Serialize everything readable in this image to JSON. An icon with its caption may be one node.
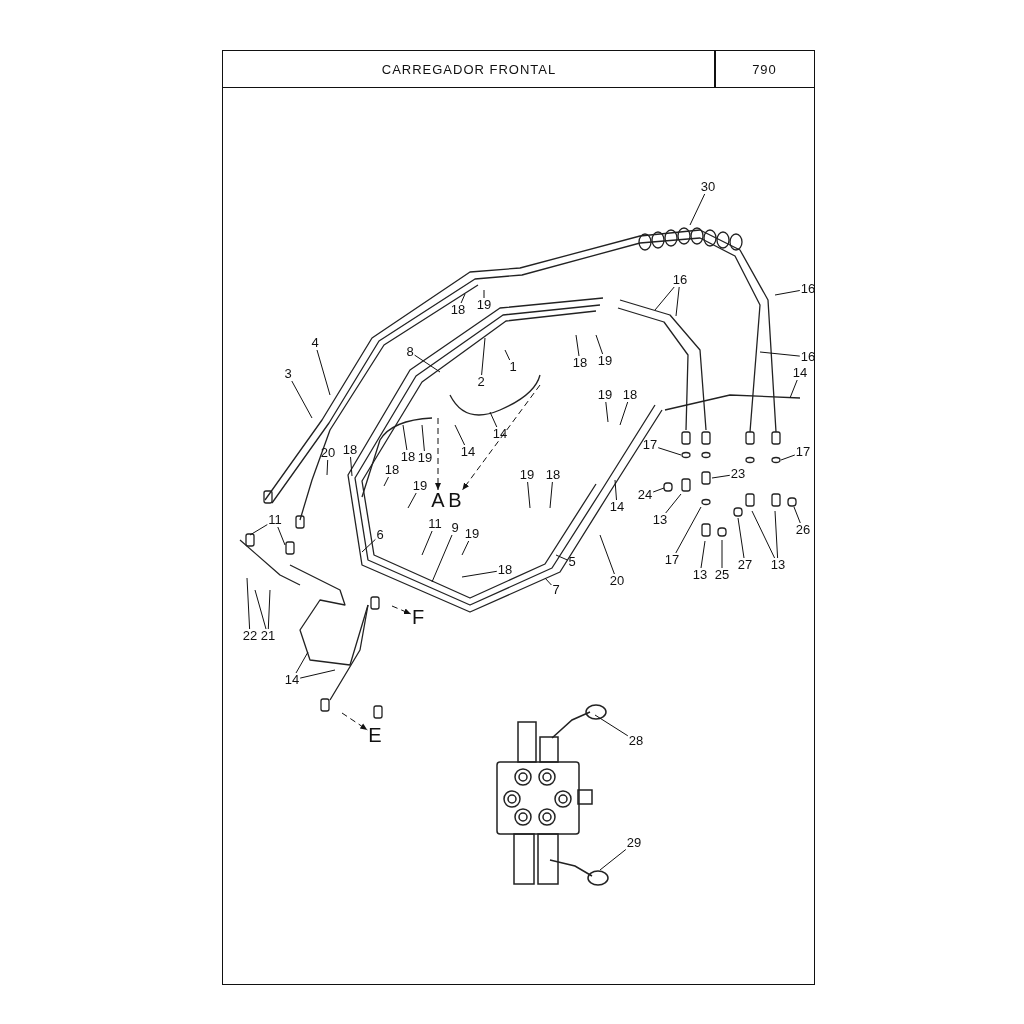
{
  "diagram": {
    "title": "CARREGADOR FRONTAL",
    "nodes": [
      {
        "text": [
          "30"
        ]
      },
      {
        "text": [
          "16"
        ]
      },
      {
        "text": [
          "16"
        ]
      },
      {
        "text": [
          "16"
        ]
      },
      {
        "text": [
          "14"
        ]
      },
      {
        "text": [
          "18"
        ]
      },
      {
        "text": [
          "19"
        ]
      },
      {
        "text": [
          "18"
        ]
      },
      {
        "text": [
          "19"
        ]
      },
      {
        "text": [
          "4"
        ]
      },
      {
        "text": [
          "3"
        ]
      },
      {
        "text": [
          "8"
        ]
      },
      {
        "text": [
          "2"
        ]
      },
      {
        "text": [
          "1"
        ]
      },
      {
        "text": [
          "19"
        ]
      },
      {
        "text": [
          "18"
        ]
      },
      {
        "text": [
          "14"
        ]
      },
      {
        "text": [
          "14"
        ]
      },
      {
        "text": [
          "18"
        ]
      },
      {
        "text": [
          "19"
        ]
      },
      {
        "text": [
          "20"
        ]
      },
      {
        "text": [
          "18"
        ]
      },
      {
        "text": [
          "18"
        ]
      },
      {
        "text": [
          "19"
        ]
      },
      {
        "text": [
          "19"
        ]
      },
      {
        "text": [
          "18"
        ]
      },
      {
        "text": [
          "17"
        ]
      },
      {
        "text": [
          "17"
        ]
      },
      {
        "text": [
          "23"
        ]
      },
      {
        "text": [
          "26"
        ]
      },
      {
        "text": [
          "24"
        ]
      },
      {
        "text": [
          "13"
        ]
      },
      {
        "text": [
          "17"
        ]
      },
      {
        "text": [
          "27"
        ]
      },
      {
        "text": [
          "13"
        ]
      },
      {
        "text": [
          "14"
        ]
      },
      {
        "text": [
          "13"
        ]
      },
      {
        "text": [
          "25"
        ]
      },
      {
        "text": [
          "6"
        ]
      },
      {
        "text": [
          "11"
        ]
      },
      {
        "text": [
          "11"
        ]
      },
      {
        "text": [
          "9"
        ]
      },
      {
        "text": [
          "19"
        ]
      },
      {
        "text": [
          "18"
        ]
      },
      {
        "text": [
          "5"
        ]
      },
      {
        "text": [
          "7"
        ]
      },
      {
        "text": [
          "20"
        ]
      },
      {
        "text": [
          "22"
        ]
      },
      {
        "text": [
          "21"
        ]
      },
      {
        "text": [
          "14"
        ]
      },
      {
        "text": [
          "28"
        ]
      },
      {
        "text": [
          "29"
        ]
      },
      {
        "text": [
          "A"
        ]
      },
      {
        "text": [
          "B"
        ]
      },
      {
        "text": [
          "F"
        ]
      },
      {
        "text": [
          "E"
        ]
      },
      {
        "text": [],
        "shape": "picture"
      }
    ],
    "edges": [
      {
        "from": 0,
        "to": null,
        "arrow": "none"
      },
      {
        "from": 1,
        "to": null,
        "arrow": "none"
      },
      {
        "from": 1,
        "to": null,
        "arrow": "none"
      },
      {
        "from": 2,
        "to": null,
        "arrow": "none"
      },
      {
        "from": 3,
        "to": null,
        "arrow": "none"
      },
      {
        "from": 4,
        "to": null,
        "arrow": "none"
      },
      {
        "from": 5,
        "to": null,
        "arrow": "none"
      },
      {
        "from": 6,
        "to": null,
        "arrow": "none"
      },
      {
        "from": 7,
        "to": null,
        "arrow": "none"
      },
      {
        "from": 8,
        "to": null,
        "arrow": "none"
      },
      {
        "from": 9,
        "to": null,
        "arrow": "none"
      },
      {
        "from": 10,
        "to": null,
        "arrow": "none"
      },
      {
        "from": 11,
        "to": null,
        "arrow": "none"
      },
      {
        "from": 12,
        "to": null,
        "arrow": "none"
      },
      {
        "from": 13,
        "to": null,
        "arrow": "none"
      },
      {
        "from": 14,
        "to": null,
        "arrow": "none"
      },
      {
        "from": 15,
        "to": null,
        "arrow": "none"
      },
      {
        "from": 16,
        "to": null,
        "arrow": "none"
      },
      {
        "from": 17,
        "to": null,
        "arrow": "none"
      },
      {
        "from": 18,
        "to": null,
        "arrow": "none"
      },
      {
        "from": 19,
        "to": null,
        "arrow": "none"
      },
      {
        "from": 20,
        "to": null,
        "arrow": "none"
      },
      {
        "from": 21,
        "to": null,
        "arrow": "none"
      },
      {
        "from": 22,
        "to": null,
        "arrow": "none"
      },
      {
        "from": 23,
        "to": null,
        "arrow": "none"
      },
      {
        "from": 24,
        "to": null,
        "arrow": "none"
      },
      {
        "from": 25,
        "to": null,
        "arrow": "none"
      },
      {
        "from": 26,
        "to": null,
        "arrow": "none"
      },
      {
        "from": 27,
        "to": null,
        "arrow": "none"
      },
      {
        "from": 28,
        "to": null,
        "arrow": "none"
      },
      {
        "from": 29,
        "to": null,
        "arrow": "none"
      },
      {
        "from": 30,
        "to": null,
        "arrow": "none"
      },
      {
        "from": 31,
        "to": null,
        "arrow": "none"
      },
      {
        "from": 32,
        "to": null,
        "arrow": "none"
      },
      {
        "from": 33,
        "to": null,
        "arrow": "none"
      },
      {
        "from": 34,
        "to": null,
        "arrow": "none"
      },
      {
        "from": 34,
        "to": null,
        "arrow": "none"
      },
      {
        "from": 35,
        "to": null,
        "arrow": "none"
      },
      {
        "from": 36,
        "to": null,
        "arrow": "none"
      },
      {
        "from": 37,
        "to": null,
        "arrow": "none"
      },
      {
        "from": 38,
        "to": null,
        "arrow": "none"
      },
      {
        "from": 39,
        "to": null,
        "arrow": "none"
      },
      {
        "from": 39,
        "to": null,
        "arrow": "none"
      },
      {
        "from": 40,
        "to": null,
        "arrow": "none"
      },
      {
        "from": 41,
        "to": null,
        "arrow": "none"
      },
      {
        "from": 42,
        "to": null,
        "arrow": "none"
      },
      {
        "from": 43,
        "to": null,
        "arrow": "none"
      },
      {
        "from": 44,
        "to": null,
        "arrow": "none"
      },
      {
        "from": 45,
        "to": null,
        "arrow": "none"
      },
      {
        "from": 46,
        "to": null,
        "arrow": "none"
      },
      {
        "from": 47,
        "to": null,
        "arrow": "none"
      },
      {
        "from": 48,
        "to": null,
        "arrow": "none"
      },
      {
        "from": 48,
        "to": null,
        "arrow": "none"
      },
      {
        "from": 49,
        "to": null,
        "arrow": "none"
      },
      {
        "from": 49,
        "to": null,
        "arrow": "none"
      },
      {
        "from": 50,
        "to": 56,
        "arrow": "none"
      },
      {
        "from": 51,
        "to": 56,
        "arrow": "none"
      },
      {
        "from": null,
        "to": 52,
        "arrow": "to",
        "style": "dashed"
      },
      {
        "from": null,
        "to": 53,
        "arrow": "to",
        "style": "dashed"
      },
      {
        "from": null,
        "to": 54,
        "arrow": "to",
        "style": "dashed"
      },
      {
        "from": null,
        "to": 55,
        "arrow": "to",
        "style": "dashed"
      }
    ],
    "labels": [
      "790"
    ]
  }
}
